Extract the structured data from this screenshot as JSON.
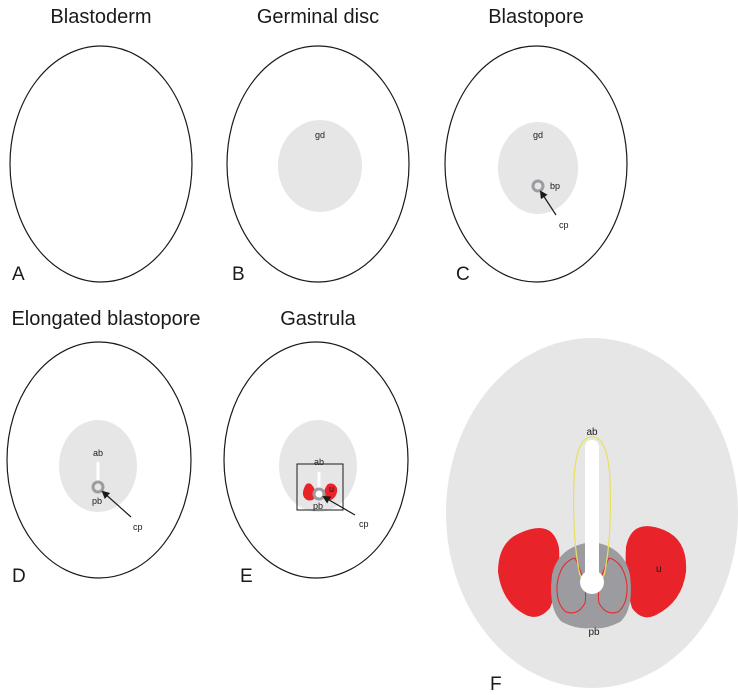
{
  "titles": {
    "a": "Blastoderm",
    "b": "Germinal disc",
    "c": "Blastopore",
    "d": "Elongated blastopore",
    "e": "Gastrula"
  },
  "panel_letters": {
    "a": "A",
    "b": "B",
    "c": "C",
    "d": "D",
    "e": "E",
    "f": "F"
  },
  "labels": {
    "gd": "gd",
    "bp": "bp",
    "cp": "cp",
    "ab": "ab",
    "pb": "pb",
    "u": "u"
  },
  "colors": {
    "outline": "#1a1a1a",
    "disc": "#e6e6e6",
    "pore": "#9c9ca0",
    "red": "#e8232a",
    "yellow": "#e8e05a",
    "white": "#ffffff"
  }
}
